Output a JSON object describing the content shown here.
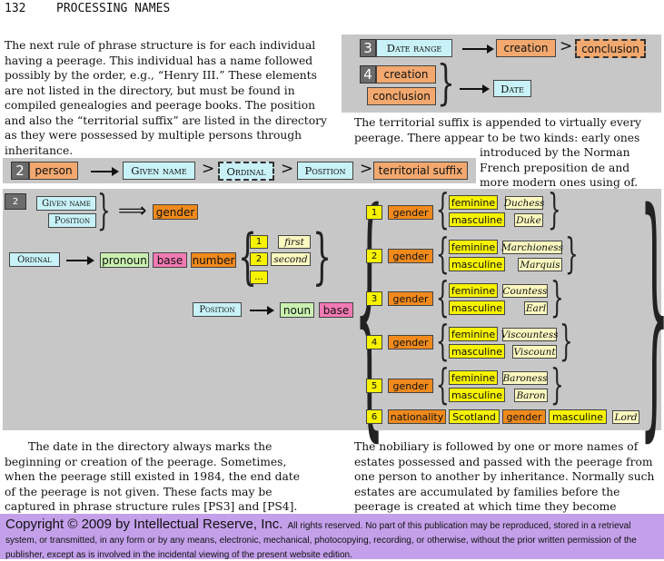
{
  "header": {
    "page_number": "132",
    "running_title": "PROCESSING NAMES"
  },
  "paragraphs": {
    "left_top": "The next rule of phrase structure is for each individual having a peerage. This individual has a name followed possibly by the order, e.g., “Henry III.” These elements are not listed in the directory, but must be found in compiled genealogies and peerage books. The position and also the “territorial suffix” are listed in the directory as they were possessed by multiple persons through inheritance.",
    "right_top_1": "The territorial suffix is appended to virtually every peerage. There appear to be two kinds: early ones",
    "right_top_2": "introduced by the Norman French preposition de and more modern ones using of. This",
    "left_bottom": "The date in the directory always marks the beginning or creation of the peerage. Sometimes, when the peerage still existed in 1984, the end date of the peerage is not given. These facts may be captured in phrase structure rules [PS3] and [PS4].",
    "right_bottom": "The nobiliary is followed by one or more names of estates possessed and passed with the peerage from one person to another by inheritance. Normally such estates are accumulated by families before the peerage is created at which time they become attached to it. These"
  },
  "rule3": {
    "number": "3",
    "lhs": "Date range",
    "a": "creation",
    "b": "conclusion"
  },
  "rule4": {
    "number": "4",
    "a": "creation",
    "b": "conclusion",
    "rhs": "Date"
  },
  "rule2": {
    "number": "2",
    "lhs": "person",
    "given": "Given name",
    "ordinal": "Ordinal",
    "position": "Position",
    "suffix": "territorial suffix"
  },
  "diagram": {
    "num": "2",
    "given_name": "Given name",
    "position": "Position",
    "implies": "⟹",
    "gender": "gender",
    "ordinal": "Ordinal",
    "pronoun": "pronoun",
    "base": "base",
    "number": "number",
    "ord_rows": [
      {
        "n": "1",
        "w": "first"
      },
      {
        "n": "2",
        "w": "second"
      },
      {
        "n": "...",
        "w": ""
      }
    ],
    "position2": "Position",
    "noun": "noun",
    "base2": "base",
    "titles": [
      {
        "n": "1",
        "g": "gender",
        "f": "feminine",
        "fw": "Duchess",
        "m": "masculine",
        "mw": "Duke"
      },
      {
        "n": "2",
        "g": "gender",
        "f": "feminine",
        "fw": "Marchioness",
        "m": "masculine",
        "mw": "Marquis"
      },
      {
        "n": "3",
        "g": "gender",
        "f": "feminine",
        "fw": "Countess",
        "m": "masculine",
        "mw": "Earl"
      },
      {
        "n": "4",
        "g": "gender",
        "f": "feminine",
        "fw": "Viscountess",
        "m": "masculine",
        "mw": "Viscount"
      },
      {
        "n": "5",
        "g": "gender",
        "f": "feminine",
        "fw": "Baroness",
        "m": "masculine",
        "mw": "Baron"
      }
    ],
    "row6": {
      "n": "6",
      "nationality": "nationality",
      "scotland": "Scotland",
      "gender": "gender",
      "masculine": "masculine",
      "lord": "Lord"
    }
  },
  "footer": {
    "copyright": "Copyright © 2009 by Intellectual Reserve, Inc.",
    "rights": "All rights reserved. No part of this publication may be reproduced, stored in a retrieval system, or transmitted, in any form or by any means, electronic, mechanical, photocopying, recording, or otherwise, without the prior written permission of the publisher, except as is involved in the incidental viewing of the present website edition."
  }
}
